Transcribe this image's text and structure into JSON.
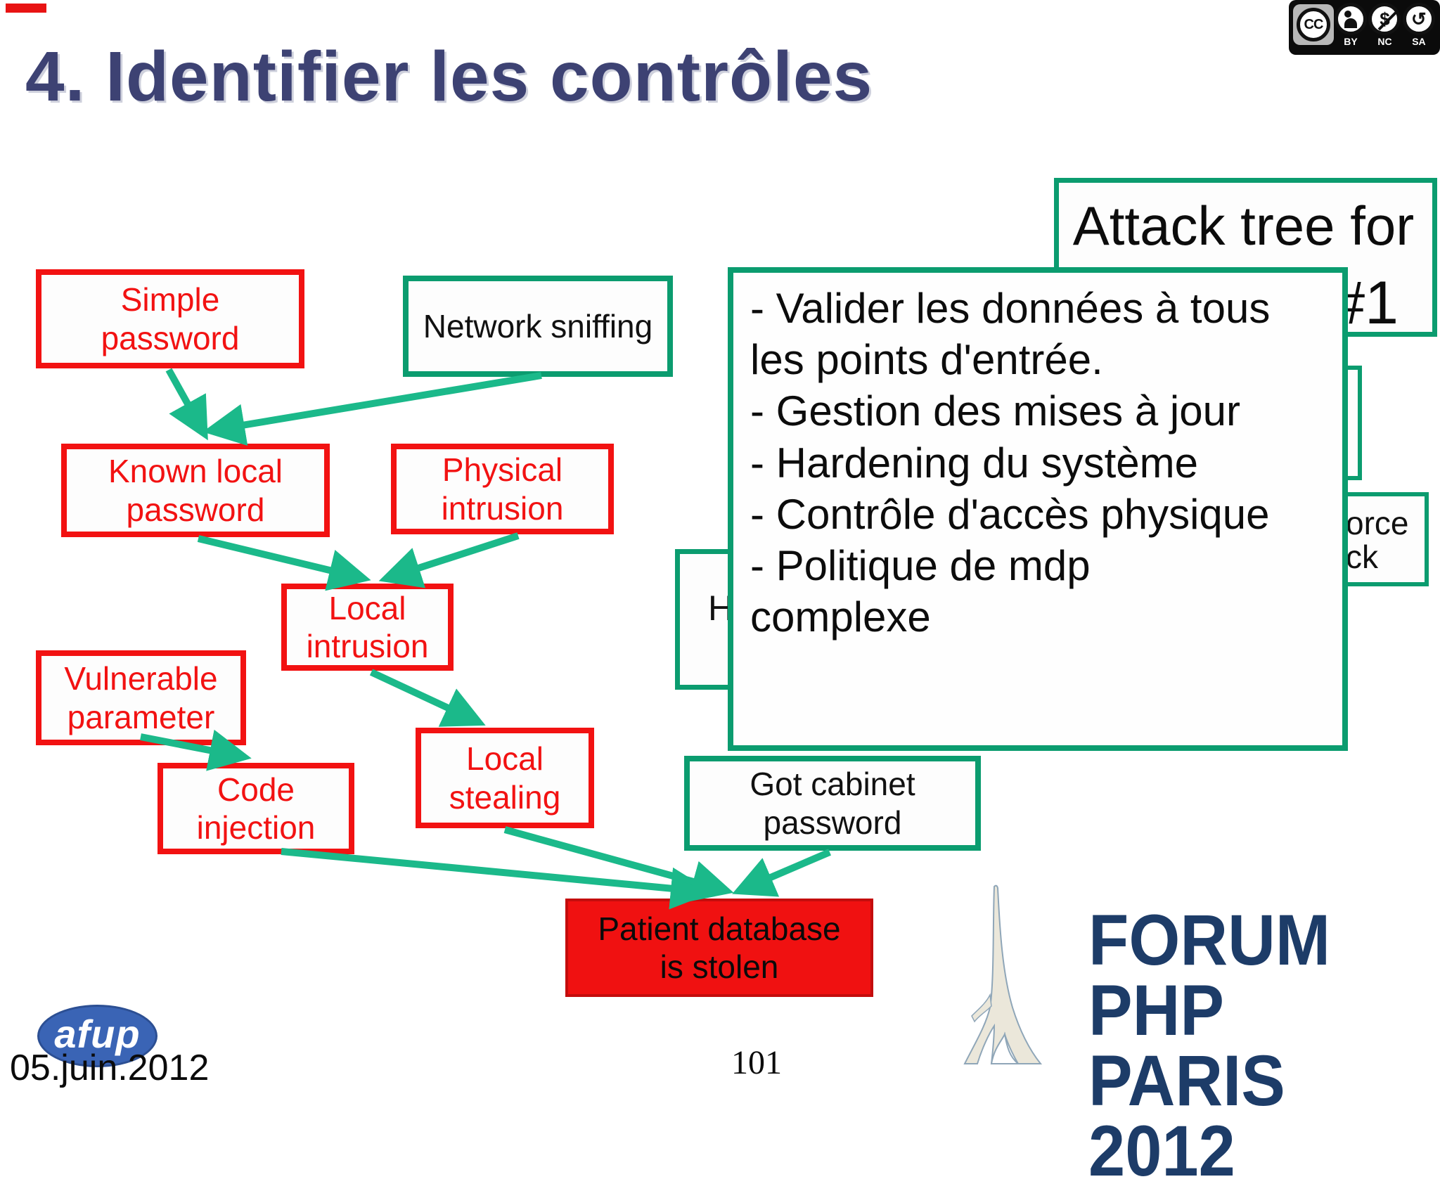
{
  "slide": {
    "title": "4. Identifier les contrôles",
    "page_number": "101",
    "date": "05.juin.2012"
  },
  "license_badge": {
    "cc": "CC",
    "by": "BY",
    "nc": "NC",
    "sa": "SA"
  },
  "attack_tree": {
    "heading_line1": "Attack tree for",
    "heading_line2": "#1",
    "nodes": {
      "simple_password": "Simple\npassword",
      "network_sniffing": "Network sniffing",
      "known_local_password": "Known local\npassword",
      "physical_intrusion": "Physical\nintrusion",
      "local_intrusion": "Local\nintrusion",
      "vulnerable_parameter": "Vulnerable\nparameter",
      "code_injection": "Code\ninjection",
      "local_stealing": "Local\nstealing",
      "got_cabinet_password": "Got cabinet\npassword",
      "patient_database_goal": "Patient database\nis stolen"
    },
    "hidden_fragments": {
      "left_box_visible_text": "H",
      "right_box_visible_text": "orce\nck"
    }
  },
  "controls_overlay": {
    "text": "- Valider les données à tous\nles points d'entrée.\n- Gestion des mises à jour\n- Hardening du système\n- Contrôle d'accès physique\n- Politique de mdp\ncomplexe"
  },
  "footer": {
    "afup": "afup",
    "event": "FORUM PHP\nPARIS 2012"
  },
  "colors": {
    "node_red": "#f21212",
    "box_green": "#0b9c6f",
    "arrow_green": "#1bb98a",
    "title_navy": "#3d4273",
    "event_navy": "#1d3c68",
    "afup_blue": "#3a64b5",
    "goal_fill_red": "#f01111"
  }
}
